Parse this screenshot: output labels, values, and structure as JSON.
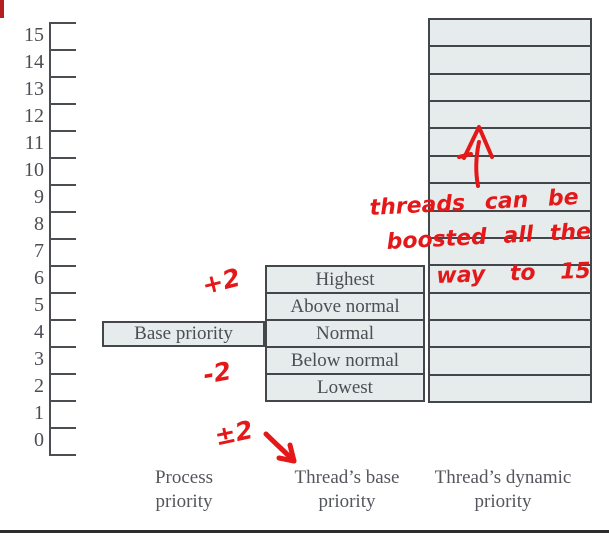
{
  "figure": {
    "scale": {
      "labels": [
        "15",
        "14",
        "13",
        "12",
        "11",
        "10",
        "9",
        "8",
        "7",
        "6",
        "5",
        "4",
        "3",
        "2",
        "1",
        "0"
      ]
    },
    "process_column": {
      "box_label": "Base priority"
    },
    "thread_base_column": {
      "rows": [
        "Highest",
        "Above normal",
        "Normal",
        "Below normal",
        "Lowest"
      ]
    },
    "thread_dynamic_column": {
      "row_count": 14
    },
    "axis_labels": {
      "process": "Process\npriority",
      "thread_base": "Thread’s base\npriority",
      "thread_dynamic": "Thread’s dynamic\npriority"
    },
    "annotations": {
      "plus_two": "+2",
      "minus_two": "-2",
      "plus_minus_two": "±2",
      "note_line1": "threads can be",
      "note_line2": "boosted all the",
      "note_line3": "way to 15"
    },
    "colors": {
      "cell_fill": "#e6ebeb",
      "line": "#43464b",
      "label_text": "#4b4e54",
      "annotation_red": "#e41719"
    }
  }
}
